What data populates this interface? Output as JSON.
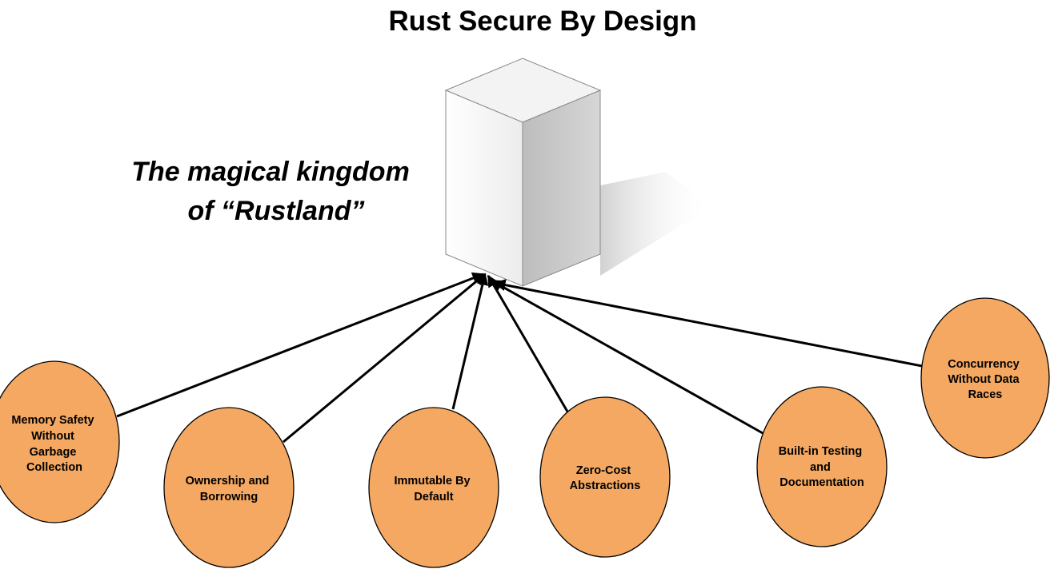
{
  "title": "Rust Secure By Design",
  "subtitle": {
    "line1": "The magical kingdom",
    "line2": "of “Rustland”"
  },
  "colors": {
    "node_fill": "#f4a862",
    "node_stroke": "#000000",
    "box_top": "#f2f2f2",
    "box_front": "#fbfbfb",
    "box_side": "#c9c9c9",
    "arrow": "#000000"
  },
  "central_node": "castle box",
  "nodes": [
    {
      "id": "memory-safety",
      "lines": [
        "Memory Safety",
        "Without",
        "Garbage",
        "Collection"
      ]
    },
    {
      "id": "ownership",
      "lines": [
        "Ownership and",
        "Borrowing"
      ]
    },
    {
      "id": "immutable",
      "lines": [
        "Immutable By",
        "Default"
      ]
    },
    {
      "id": "zero-cost",
      "lines": [
        "Zero-Cost",
        "Abstractions"
      ]
    },
    {
      "id": "testing",
      "lines": [
        "Built-in Testing",
        "and",
        "Documentation"
      ]
    },
    {
      "id": "concurrency",
      "lines": [
        "Concurrency",
        "Without Data",
        "Races"
      ]
    }
  ]
}
